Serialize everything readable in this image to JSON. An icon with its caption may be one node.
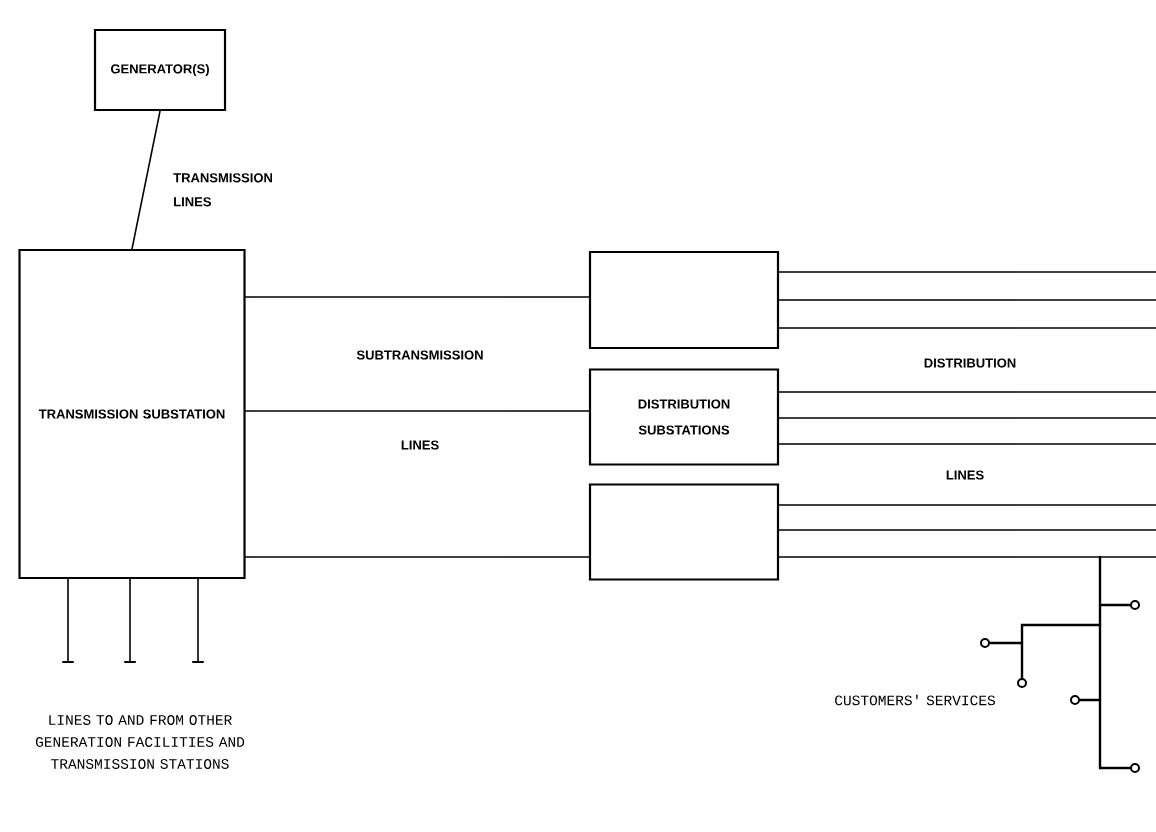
{
  "diagram": {
    "nodes": [
      {
        "text": [
          "GENERATOR(S)"
        ]
      },
      {
        "text": [
          "TRANSMISSION SUBSTATION"
        ]
      },
      {
        "text": [],
        "shape": "box"
      },
      {
        "text": [
          "DISTRIBUTION SUBSTATIONS"
        ]
      },
      {
        "text": [],
        "shape": "box"
      }
    ],
    "edges": [
      {
        "from": 0,
        "to": 1,
        "arrow": "none",
        "label": "TRANSMISSION LINES"
      },
      {
        "from": 1,
        "to": 2,
        "arrow": "none"
      },
      {
        "from": 1,
        "to": 3,
        "arrow": "none"
      },
      {
        "from": 1,
        "to": 4,
        "arrow": "none"
      },
      {
        "from": 2,
        "to": null,
        "arrow": "none"
      },
      {
        "from": 2,
        "to": null,
        "arrow": "none"
      },
      {
        "from": 2,
        "to": null,
        "arrow": "none"
      },
      {
        "from": 3,
        "to": null,
        "arrow": "none"
      },
      {
        "from": 3,
        "to": null,
        "arrow": "none"
      },
      {
        "from": 3,
        "to": null,
        "arrow": "none"
      },
      {
        "from": 4,
        "to": null,
        "arrow": "none"
      },
      {
        "from": 4,
        "to": null,
        "arrow": "none"
      },
      {
        "from": 4,
        "to": null,
        "arrow": "none"
      },
      {
        "from": 1,
        "to": null,
        "arrow": "none"
      },
      {
        "from": 1,
        "to": null,
        "arrow": "none"
      },
      {
        "from": 1,
        "to": null,
        "arrow": "none"
      }
    ],
    "labels": [
      "SUBTRANSMISSION",
      "LINES",
      "DISTRIBUTION",
      "LINES",
      "LINES TO AND FROM OTHER GENERATION FACILITIES AND TRANSMISSION STATIONS",
      "CUSTOMERS' SERVICES"
    ]
  }
}
